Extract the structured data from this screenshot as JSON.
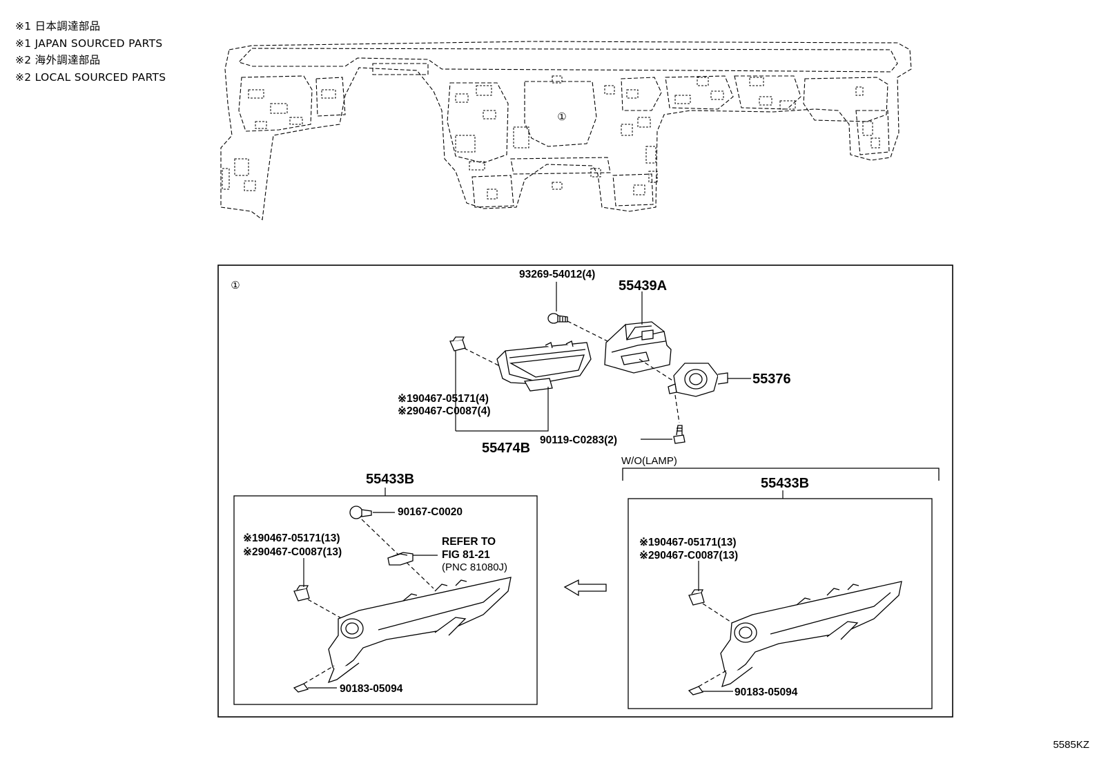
{
  "legend": [
    "※1 日本調達部品",
    "※1 JAPAN SOURCED PARTS",
    "※2 海外調達部品",
    "※2 LOCAL SOURCED PARTS"
  ],
  "callout_mark": "①",
  "parts": {
    "bolt_top": "93269-54012(4)",
    "bracket": "55439A",
    "holder": "55376",
    "clip_a1": "※190467-05171(4)",
    "clip_a2": "※290467-C0087(4)",
    "screw_bottom": "90119-C0283(2)",
    "panel": "55474B",
    "wo_lamp": "W/O(LAMP)",
    "lower_left": "55433B",
    "lower_right": "55433B",
    "screw_left": "90167-C0020",
    "clip_b1": "※190467-05171(13)",
    "clip_b2": "※290467-C0087(13)",
    "refer_1": "REFER TO",
    "refer_2": "FIG 81-21",
    "refer_3": "(PNC 81080J)",
    "clip_c1": "※190467-05171(13)",
    "clip_c2": "※290467-C0087(13)",
    "clip_left_bottom": "90183-05094",
    "clip_right_bottom": "90183-05094"
  },
  "figure_code": "5585KZ"
}
